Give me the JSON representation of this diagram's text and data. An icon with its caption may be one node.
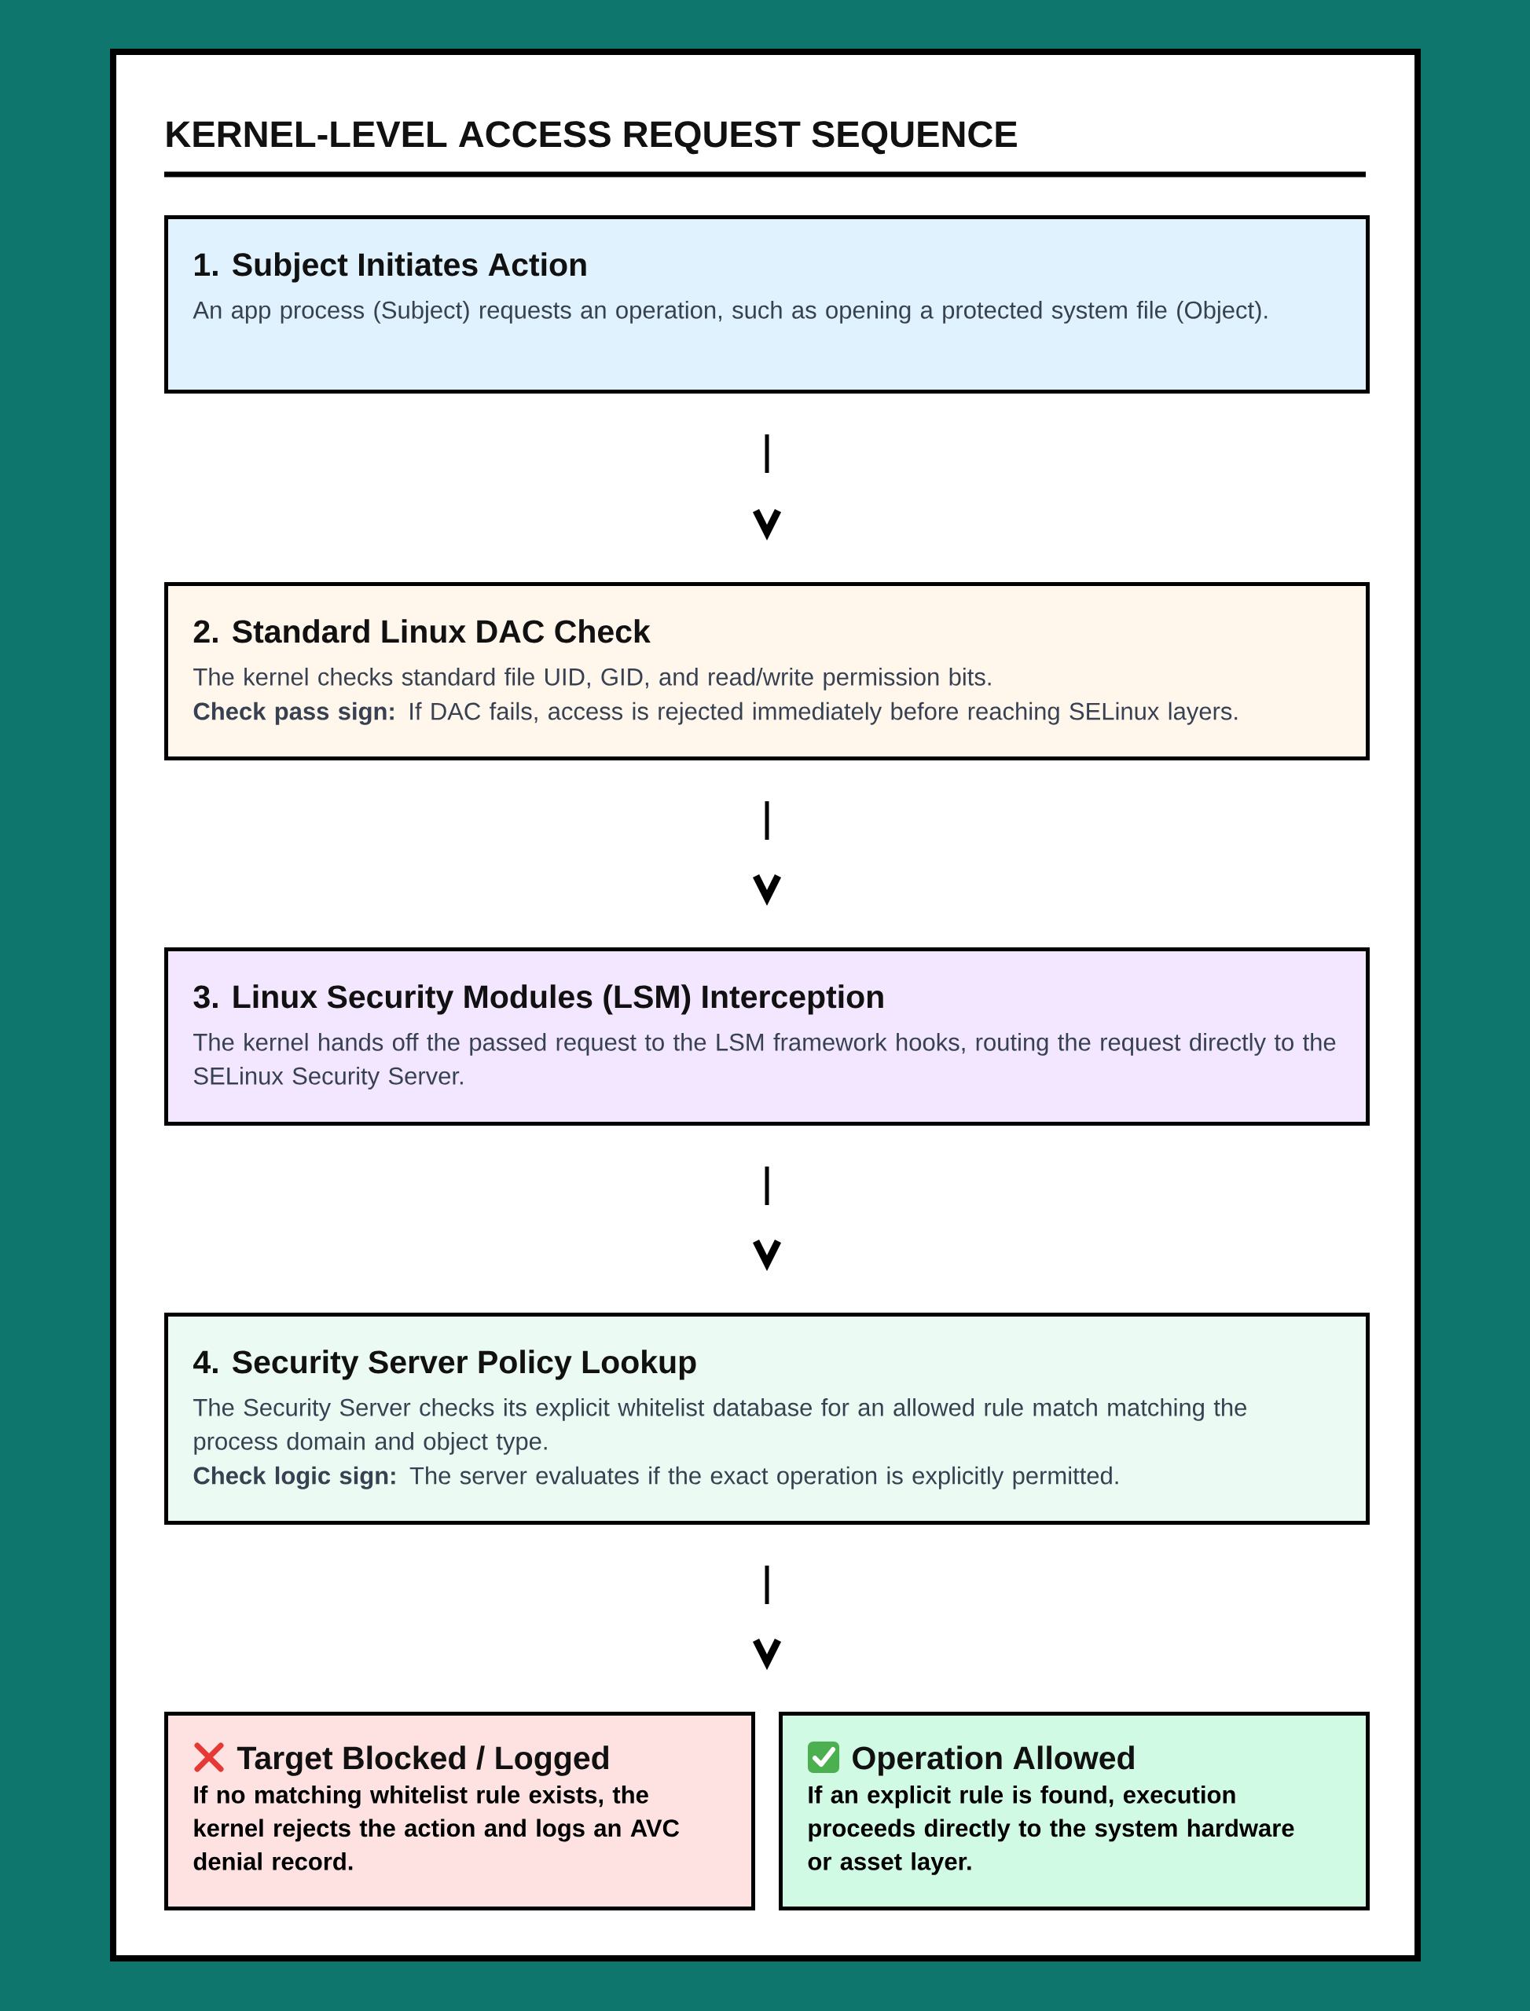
{
  "diagram": {
    "title": "KERNEL-LEVEL ACCESS REQUEST SEQUENCE",
    "nodes": [
      {
        "text": [
          "1. Subject Initiates Action",
          "An app process (Subject) requests an operation, such as opening a protected system file (Object)."
        ]
      },
      {
        "text": [
          "2. Standard Linux DAC Check",
          "The kernel checks standard file UID, GID, and read/write permission bits.",
          "**Check pass sign:** If DAC fails, access is rejected immediately before reaching SELinux layers."
        ]
      },
      {
        "text": [
          "3. Linux Security Modules (LSM) Interception",
          "The kernel hands off the passed request to the LSM framework hooks, routing the request directly to the SELinux Security Server."
        ]
      },
      {
        "text": [
          "4. Security Server Policy Lookup",
          "The Security Server checks its explicit whitelist database for an allowed rule match matching the process domain and object type.",
          "**Check logic sign:** The server evaluates if the exact operation is explicitly permitted."
        ]
      },
      {
        "text": [
          "Target Blocked / Logged",
          "If no matching whitelist rule exists, the kernel rejects the action and logs an AVC denial record."
        ]
      },
      {
        "text": [
          "Operation Allowed",
          "If an explicit rule is found, execution proceeds directly to the system hardware or asset layer."
        ]
      }
    ],
    "edges": [
      {
        "from": 0,
        "to": 1,
        "arrow": "to"
      },
      {
        "from": 1,
        "to": 2,
        "arrow": "to"
      },
      {
        "from": 2,
        "to": 3,
        "arrow": "to"
      },
      {
        "from": 3,
        "to": 4,
        "arrow": "to"
      },
      {
        "from": 3,
        "to": 5,
        "arrow": "to"
      }
    ]
  }
}
